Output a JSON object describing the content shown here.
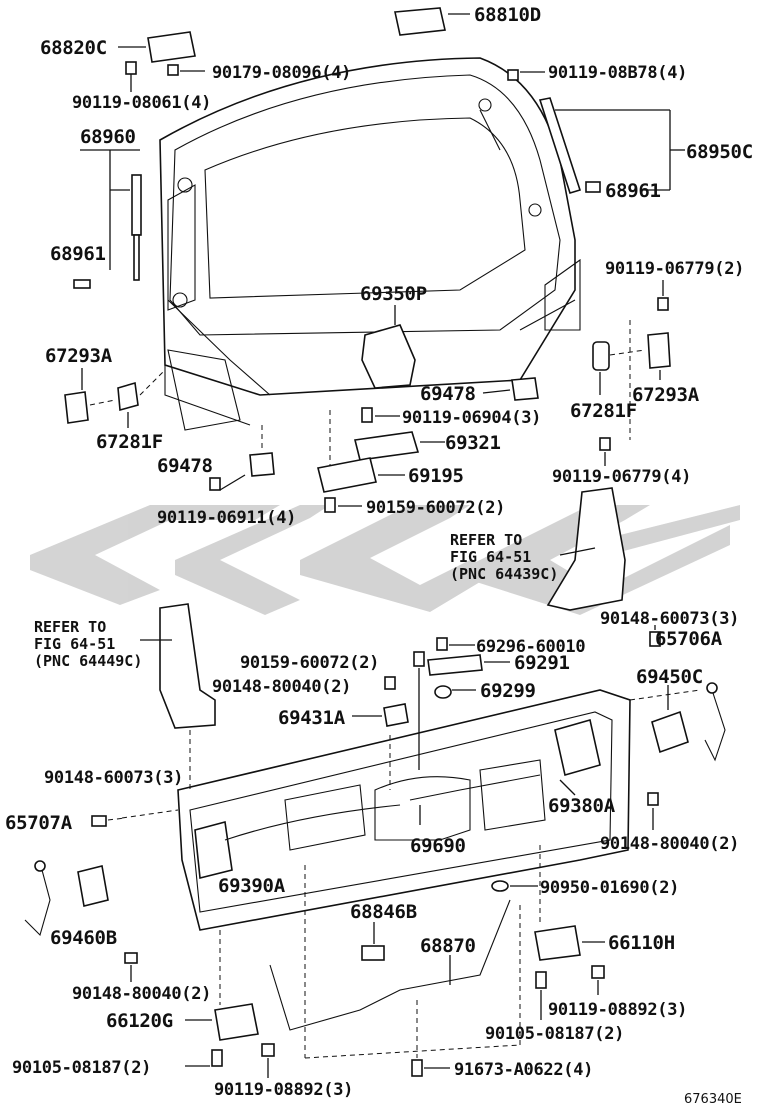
{
  "labels": {
    "l68810D": "68810D",
    "l68820C": "68820C",
    "l90179_08096": "90179-08096(4)",
    "l90119_08061": "90119-08061(4)",
    "l90119_08B78": "90119-08B78(4)",
    "l68960": "68960",
    "l68950C": "68950C",
    "l68961a": "68961",
    "l68961b": "68961",
    "l90119_06779a": "90119-06779(2)",
    "l69350P": "69350P",
    "l67293A_left": "67293A",
    "l67293A_right": "67293A",
    "l69478a": "69478",
    "l69478b": "69478",
    "l90119_06904": "90119-06904(3)",
    "l67281F_left": "67281F",
    "l67281F_right": "67281F",
    "l69321": "69321",
    "l69195": "69195",
    "l90119_06779b": "90119-06779(4)",
    "l90119_06911": "90119-06911(4)",
    "l90159_60072a": "90159-60072(2)",
    "l90148_60073a": "90148-60073(3)",
    "l65706A": "65706A",
    "l69296_60010": "69296-60010",
    "l90159_60072b": "90159-60072(2)",
    "l69291": "69291",
    "l90148_80040a": "90148-80040(2)",
    "l69299": "69299",
    "l69450C": "69450C",
    "l69431A": "69431A",
    "l90148_60073b": "90148-60073(3)",
    "l69380A": "69380A",
    "l65707A": "65707A",
    "l69690": "69690",
    "l90148_80040b": "90148-80040(2)",
    "l69390A": "69390A",
    "l90950_01690": "90950-01690(2)",
    "l68846B": "68846B",
    "l69460B": "69460B",
    "l68870": "68870",
    "l66110H": "66110H",
    "l90148_80040c": "90148-80040(2)",
    "l90119_08892a": "90119-08892(3)",
    "l66120G": "66120G",
    "l90105_08187a": "90105-08187(2)",
    "l90105_08187b": "90105-08187(2)",
    "l90119_08892b": "90119-08892(3)",
    "l91673_A0622": "91673-A0622(4)"
  },
  "refs": {
    "right": [
      "REFER TO",
      "FIG 64-51",
      "(PNC 64439C)"
    ],
    "left": [
      "REFER TO",
      "FIG 64-51",
      "(PNC 64449C)"
    ]
  },
  "doc_id": "676340E"
}
